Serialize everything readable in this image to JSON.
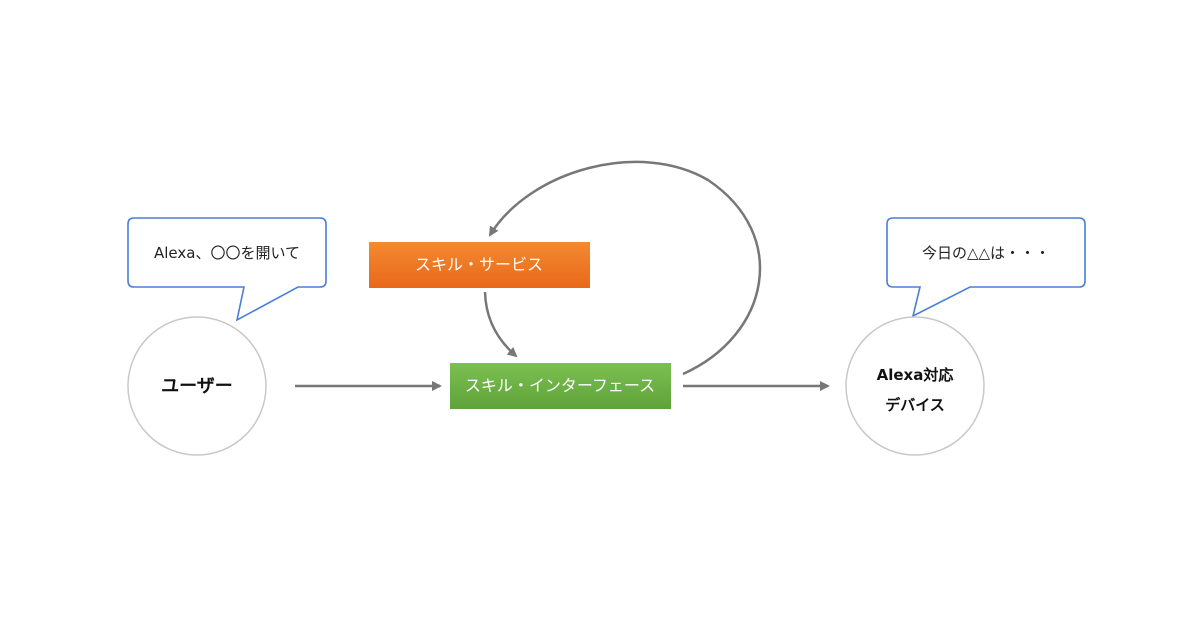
{
  "nodes": {
    "user": "ユーザー",
    "device_line1": "Alexa対応",
    "device_line2": "デバイス",
    "skill_service": "スキル・サービス",
    "skill_interface": "スキル・インターフェース"
  },
  "bubbles": {
    "user_speech": "Alexa、〇〇を開いて",
    "device_speech": "今日の△△は・・・"
  },
  "colors": {
    "skill_service": "#f07a22",
    "skill_interface": "#6bb245",
    "bubble_border": "#4a7fd6",
    "circle_border": "#c8c8c8",
    "arrow": "#777777"
  }
}
